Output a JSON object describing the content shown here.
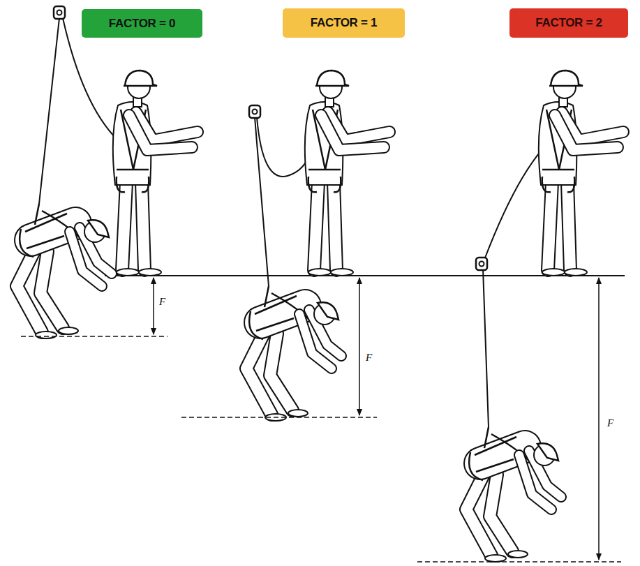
{
  "diagram": {
    "nodes": [
      {
        "text": [
          "FACTOR = 0"
        ]
      },
      {
        "text": [
          "FACTOR = 1"
        ]
      },
      {
        "text": [
          "FACTOR = 2"
        ]
      }
    ],
    "labels": [
      "F",
      "F",
      "F"
    ]
  }
}
